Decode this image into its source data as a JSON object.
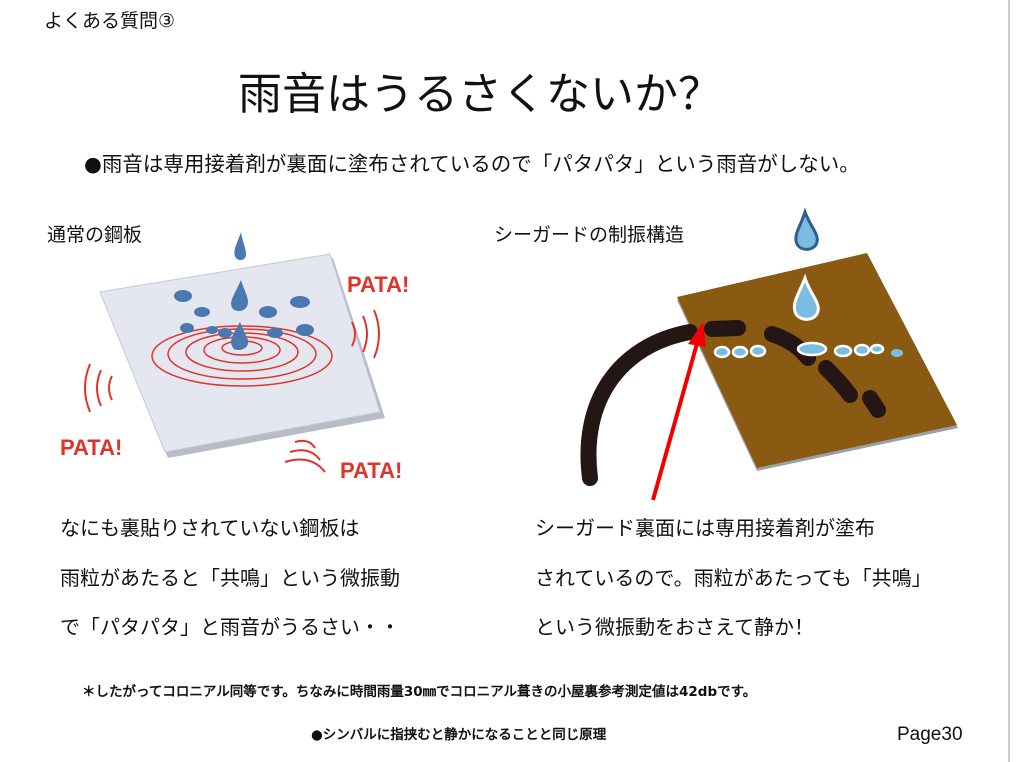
{
  "header": {
    "faq_label": "よくある質問③"
  },
  "title": "雨音はうるさくないか？",
  "lead": "●雨音は専用接着剤が裏面に塗布されているので「パタパタ」という雨音がしない。",
  "left": {
    "heading": "通常の鋼板",
    "sound_labels": [
      "PATA!",
      "PATA!",
      "PATA!"
    ],
    "lines": [
      "なにも裏貼りされていない鋼板は",
      "雨粒があたると「共鳴」という微振動",
      "で「パタパタ」と雨音がうるさい・・"
    ]
  },
  "right": {
    "heading": "シーガードの制振構造",
    "lines": [
      "シーガード裏面には専用接着剤が塗布",
      "されているので。雨粒があたっても「共鳴」",
      "という微振動をおさえて静か！"
    ]
  },
  "footnote": "＊したがってコロニアル同等です。ちなみに時間雨量30㎜でコロニアル葺きの小屋裏参考測定値は42dbです。",
  "bottom_note": "●シンバルに指挟むと静かになることと同じ原理",
  "page_label": "Page30",
  "colors": {
    "red": "#e0332b",
    "plate_brown": "#8a5a12",
    "drop_blue": "#4a78b0"
  }
}
